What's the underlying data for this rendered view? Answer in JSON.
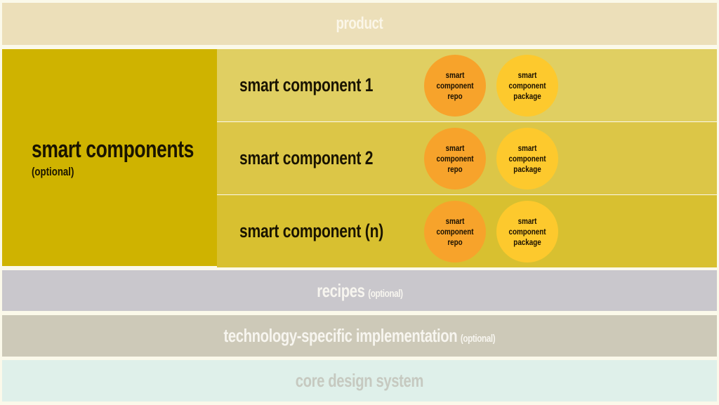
{
  "product": {
    "label": "product"
  },
  "smart_components": {
    "title": "smart components",
    "subtitle": "(optional)",
    "rows": [
      {
        "label": "smart component 1",
        "repo": "smart component repo",
        "package": "smart component package",
        "bg": "#e0cf62"
      },
      {
        "label": "smart component 2",
        "repo": "smart component repo",
        "package": "smart component package",
        "bg": "#dcc647"
      },
      {
        "label": "smart component (n)",
        "repo": "smart component repo",
        "package": "smart component package",
        "bg": "#d8c030"
      }
    ]
  },
  "recipes": {
    "label": "recipes",
    "sub": "(optional)"
  },
  "tech": {
    "label": "technology-specific implementation",
    "sub": "(optional)"
  },
  "core": {
    "label": "core design system"
  },
  "colors": {
    "smart_left": "#cfb300",
    "repo_circle": "#f7a32b",
    "package_circle": "#fdc92d"
  }
}
